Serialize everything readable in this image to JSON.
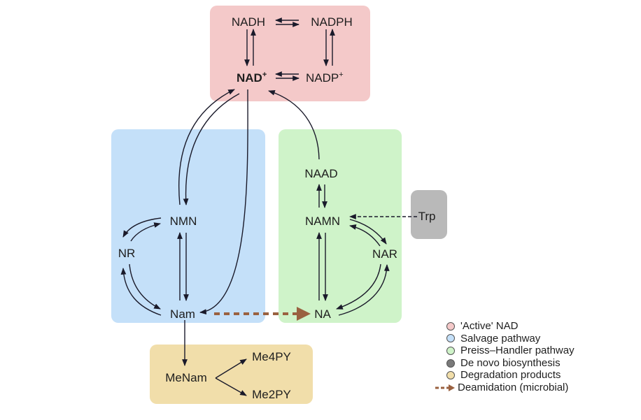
{
  "colors": {
    "active_nad": "#f4c9c9",
    "salvage": "#c4e0f9",
    "preiss_handler": "#cff3c9",
    "de_novo": "#b9b9b9",
    "degradation": "#f1deaa",
    "deamidation_arrow": "#9a6140",
    "arrow": "#1a1a2a"
  },
  "nodes": {
    "nadh": "NADH",
    "nadph": "NADPH",
    "nad_plus": "NAD",
    "nad_plus_sup": "+",
    "nadp_plus": "NADP",
    "nadp_plus_sup": "+",
    "nmn": "NMN",
    "nr": "NR",
    "nam": "Nam",
    "naad": "NAAD",
    "namn": "NAMN",
    "nar": "NAR",
    "na": "NA",
    "trp": "Trp",
    "menam": "MeNam",
    "me4py": "Me4PY",
    "me2py": "Me2PY"
  },
  "legend": [
    {
      "label": "'Active' NAD",
      "color": "#f4c9c9",
      "kind": "circle"
    },
    {
      "label": "Salvage pathway",
      "color": "#c4e0f9",
      "kind": "circle"
    },
    {
      "label": "Preiss–Handler pathway",
      "color": "#cff3c9",
      "kind": "circle"
    },
    {
      "label": "De novo biosynthesis",
      "color": "#7a7a7a",
      "kind": "circle"
    },
    {
      "label": "Degradation products",
      "color": "#f1deaa",
      "kind": "circle"
    },
    {
      "label": "Deamidation (microbial)",
      "color": "#9a6140",
      "kind": "dashed-arrow"
    }
  ]
}
